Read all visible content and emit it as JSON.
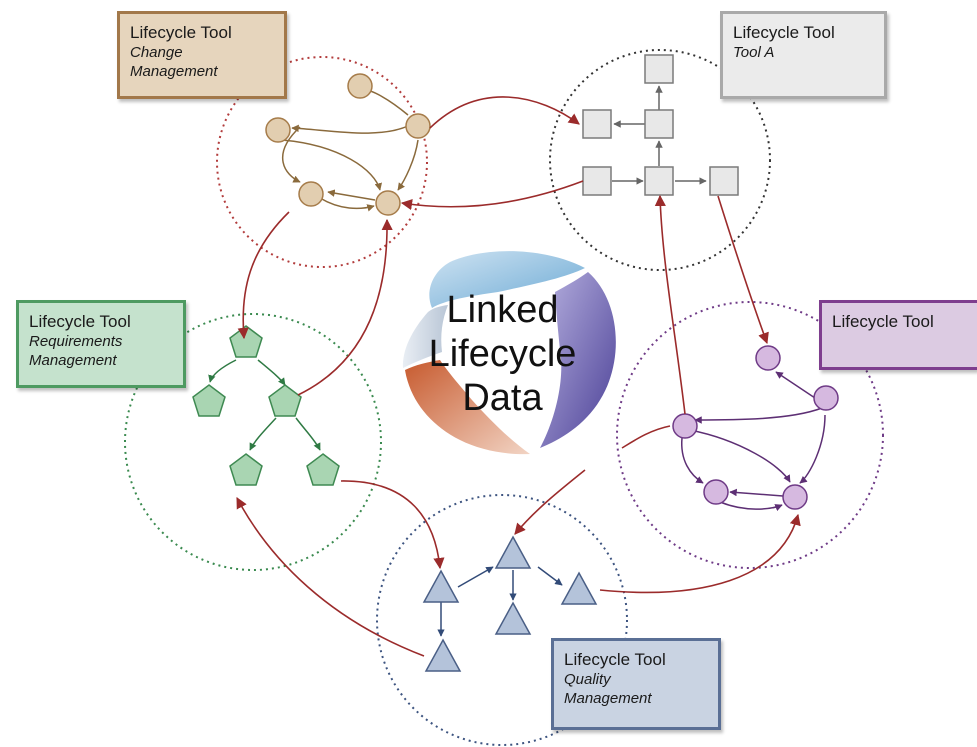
{
  "center": {
    "lines": [
      "Linked",
      "Lifecycle",
      "Data"
    ]
  },
  "tools": {
    "change": {
      "title": "Lifecycle Tool",
      "subtitle_1": "Change",
      "subtitle_2": "Management"
    },
    "tool_a": {
      "title": "Lifecycle Tool",
      "subtitle_1": "Tool A"
    },
    "requirements": {
      "title": "Lifecycle Tool",
      "subtitle_1": "Requirements",
      "subtitle_2": "Management"
    },
    "purple": {
      "title": "Lifecycle Tool"
    },
    "quality": {
      "title": "Lifecycle Tool",
      "subtitle_1": "Quality",
      "subtitle_2": "Management"
    }
  },
  "colors": {
    "link_arrow": "#9b2b2b",
    "change_node_fill": "#e2ceb0",
    "change_node_stroke": "#a67c4a",
    "tool_a_node_fill": "#e8e8e8",
    "tool_a_node_stroke": "#7a7a7a",
    "req_node_fill": "#a9d5b2",
    "req_node_stroke": "#3f8a52",
    "purple_node_fill": "#d6b9e0",
    "purple_node_stroke": "#6f3b87",
    "quality_node_fill": "#b4c3da",
    "quality_node_stroke": "#4a5f86"
  }
}
